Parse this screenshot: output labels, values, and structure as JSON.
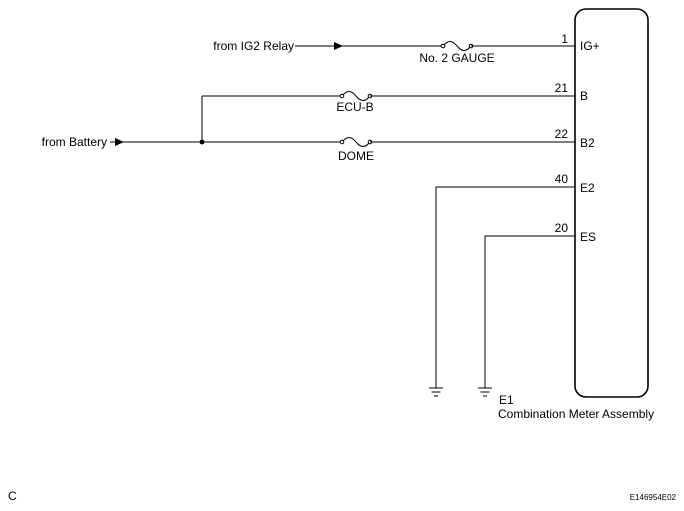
{
  "sources": {
    "ig2": "from IG2 Relay",
    "battery": "from Battery"
  },
  "fuses": {
    "gauge": "No. 2 GAUGE",
    "ecu_b": "ECU-B",
    "dome": "DOME"
  },
  "pins": [
    {
      "number": "1",
      "name": "IG+"
    },
    {
      "number": "21",
      "name": "B"
    },
    {
      "number": "22",
      "name": "B2"
    },
    {
      "number": "40",
      "name": "E2"
    },
    {
      "number": "20",
      "name": "ES"
    }
  ],
  "ground": {
    "label": "E1"
  },
  "assembly": {
    "name": "Combination Meter Assembly"
  },
  "corner": {
    "label": "C"
  },
  "figure_code": "E146954E02"
}
